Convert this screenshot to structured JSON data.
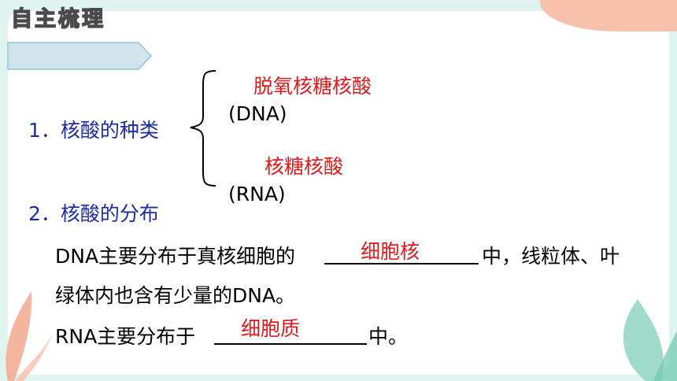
{
  "header": {
    "section_tag": "自主梳理"
  },
  "item1": {
    "label": "1．核酸的种类",
    "dna_name": "脱氧核糖核酸",
    "dna_abbr": "(DNA)",
    "rna_name": "核糖核酸",
    "rna_abbr": "(RNA)"
  },
  "item2": {
    "label": "2．核酸的分布",
    "dna_line1_pre": "DNA主要分布于真核细胞的",
    "dna_answer": "细胞核",
    "dna_line1_post": "中，线粒体、叶",
    "dna_line2": "绿体内也含有少量的DNA。",
    "rna_pre": "RNA主要分布于",
    "rna_answer": "细胞质",
    "rna_post": "中。"
  },
  "colors": {
    "label_blue": "#1f2aa8",
    "answer_red": "#e0191b",
    "background": "#dff3ef",
    "blob": "#f7c0ad"
  }
}
